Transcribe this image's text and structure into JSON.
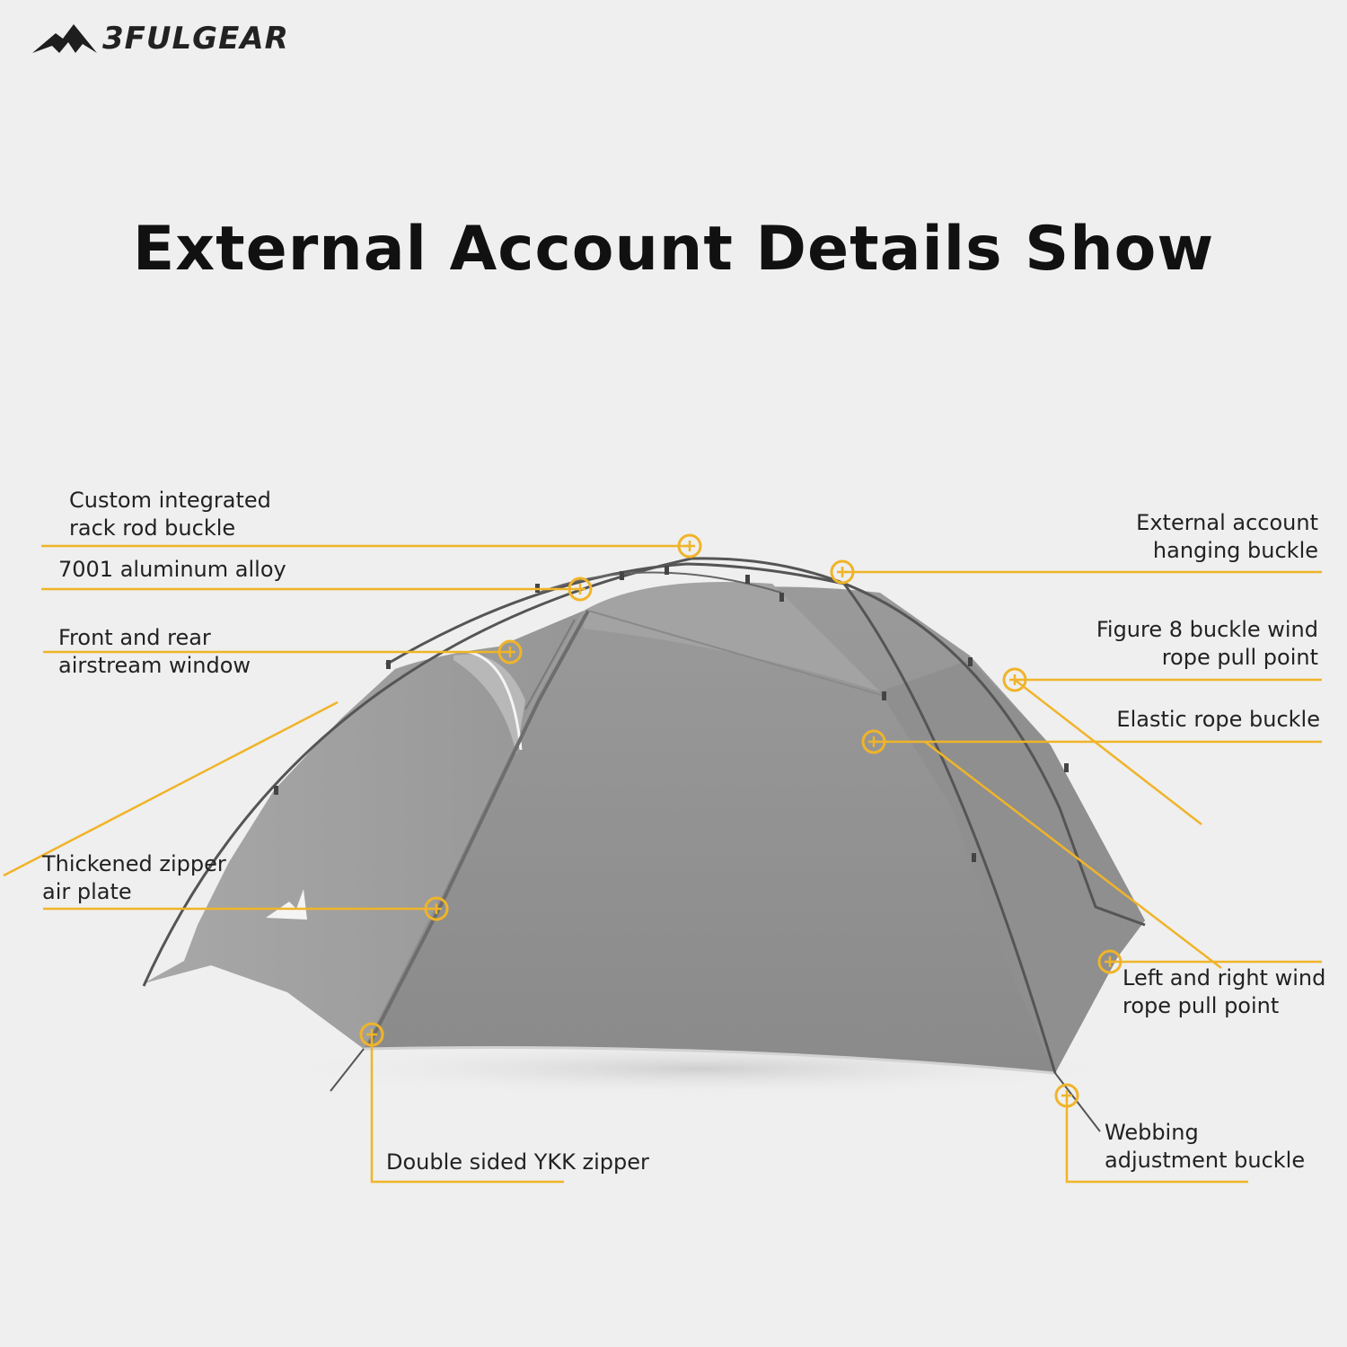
{
  "brand": {
    "name": "3FULGEAR",
    "logo_icon": "mountain-logo-icon"
  },
  "title": "External Account Details Show",
  "tent_brand": "3FULGEAR",
  "accent_color": "#f0b429",
  "callouts": {
    "rack_rod_buckle": [
      "Custom integrated",
      "rack rod buckle"
    ],
    "aluminum_alloy": [
      "7001 aluminum alloy"
    ],
    "airstream_window": [
      "Front and rear",
      "airstream window"
    ],
    "zipper_air_plate": [
      "Thickened zipper",
      "air plate"
    ],
    "ykk_zipper": [
      "Double sided YKK zipper"
    ],
    "hanging_buckle": [
      "External account",
      "hanging buckle"
    ],
    "figure8_buckle": [
      "Figure 8 buckle wind",
      "rope pull point"
    ],
    "elastic_rope_buckle": [
      "Elastic rope buckle"
    ],
    "wind_rope_pull_point": [
      "Left and right wind",
      "rope pull point"
    ],
    "webbing_buckle": [
      "Webbing",
      "adjustment buckle"
    ]
  }
}
